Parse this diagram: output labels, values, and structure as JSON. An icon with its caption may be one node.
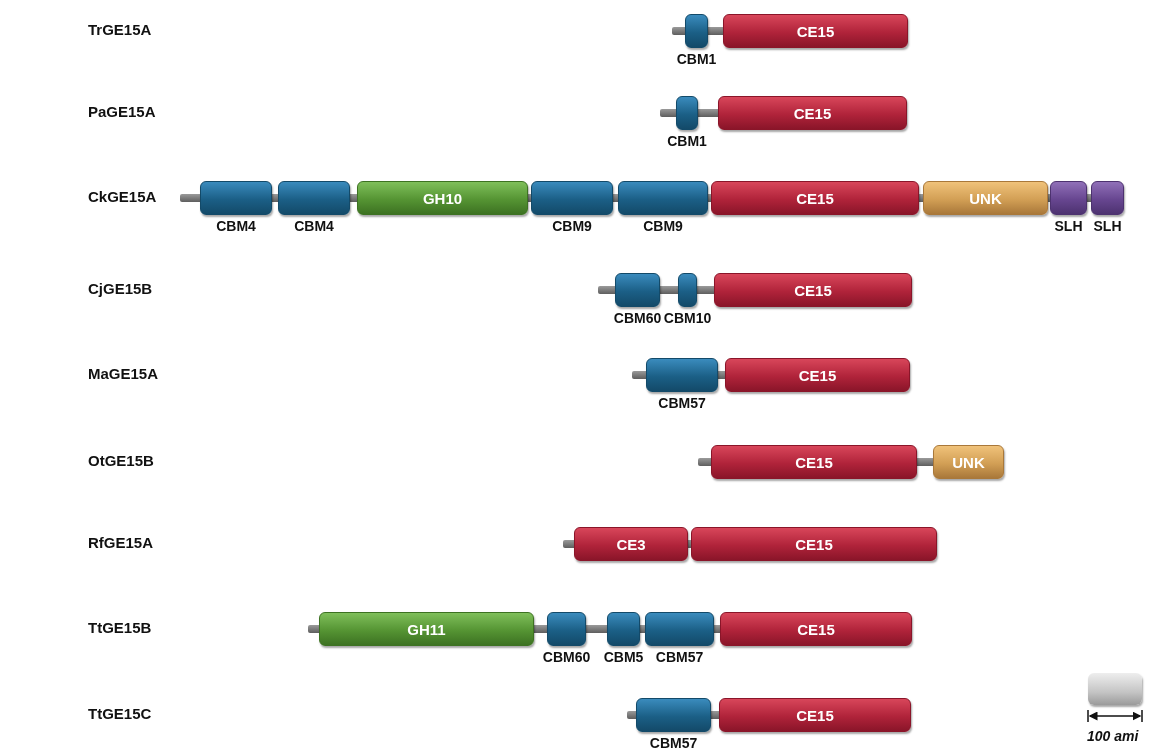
{
  "diagram": {
    "nodes": [
      {
        "text": [
          "CBM1"
        ]
      },
      {
        "text": [
          "CE15"
        ]
      },
      {
        "text": [
          "CBM1"
        ]
      },
      {
        "text": [
          "CE15"
        ]
      },
      {
        "text": [
          "CBM4"
        ]
      },
      {
        "text": [
          "CBM4"
        ]
      },
      {
        "text": [
          "GH10"
        ]
      },
      {
        "text": [
          "CBM9"
        ]
      },
      {
        "text": [
          "CBM9"
        ]
      },
      {
        "text": [
          "CE15"
        ]
      },
      {
        "text": [
          "UNK"
        ]
      },
      {
        "text": [
          "SLH"
        ]
      },
      {
        "text": [
          "SLH"
        ]
      },
      {
        "text": [
          "CBM60"
        ]
      },
      {
        "text": [
          "CBM10"
        ]
      },
      {
        "text": [
          "CE15"
        ]
      },
      {
        "text": [
          "CBM57"
        ]
      },
      {
        "text": [
          "CE15"
        ]
      },
      {
        "text": [
          "CE15"
        ]
      },
      {
        "text": [
          "UNK"
        ]
      },
      {
        "text": [
          "CE3"
        ]
      },
      {
        "text": [
          "CE15"
        ]
      },
      {
        "text": [
          "GH11"
        ]
      },
      {
        "text": [
          "CBM60"
        ]
      },
      {
        "text": [
          "CBM5"
        ]
      },
      {
        "text": [
          "CBM57"
        ]
      },
      {
        "text": [
          "CE15"
        ]
      },
      {
        "text": [
          "CBM57"
        ]
      },
      {
        "text": [
          "CE15"
        ]
      }
    ],
    "labels": [
      "TrGE15A",
      "PaGE15A",
      "CkGE15A",
      "CjGE15B",
      "MaGE15A",
      "OtGE15B",
      "RfGE15A",
      "TtGE15B",
      "TtGE15C",
      "100 ami"
    ]
  }
}
